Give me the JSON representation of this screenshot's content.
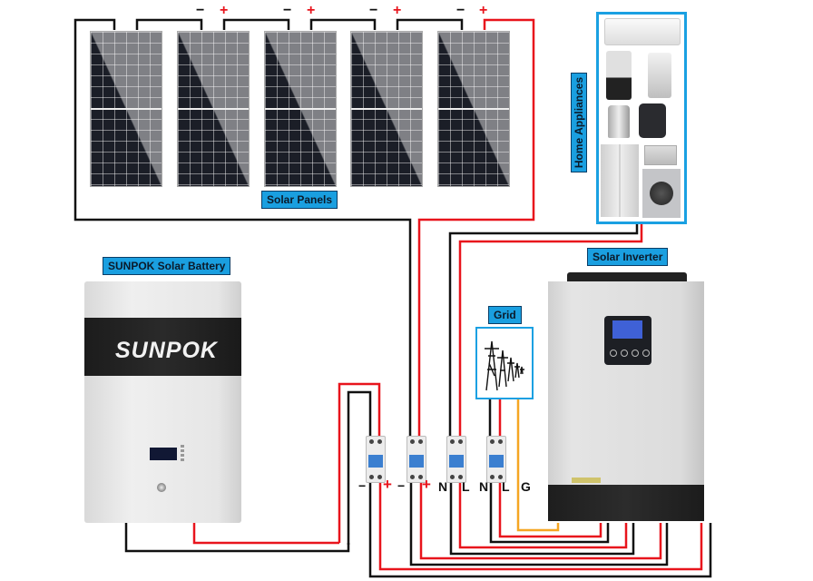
{
  "diagram": {
    "title": "Solar power system wiring diagram",
    "labels": {
      "solar_panels": "Solar Panels",
      "home_appliances": "Home Appliances",
      "battery": "SUNPOK Solar Battery",
      "inverter": "Solar Inverter",
      "grid": "Grid"
    },
    "battery_brand": "SUNPOK",
    "panel_count": 5,
    "panel_polarity": [
      {
        "neg": "−",
        "pos": "+"
      },
      {
        "neg": "−",
        "pos": "+"
      },
      {
        "neg": "−",
        "pos": "+"
      },
      {
        "neg": "−",
        "pos": "+"
      }
    ],
    "breaker_terminals": [
      "−",
      "+",
      "−",
      "+",
      "N",
      "L",
      "N",
      "L",
      "G"
    ],
    "appliances": [
      "air conditioner",
      "blender",
      "food processor",
      "kettle",
      "air fryer",
      "refrigerator",
      "toaster oven",
      "washing machine"
    ],
    "wire_colors": {
      "positive": "#e8141c",
      "negative": "#111111",
      "ground": "#f5a623"
    },
    "accent": "#1a9fe0"
  }
}
